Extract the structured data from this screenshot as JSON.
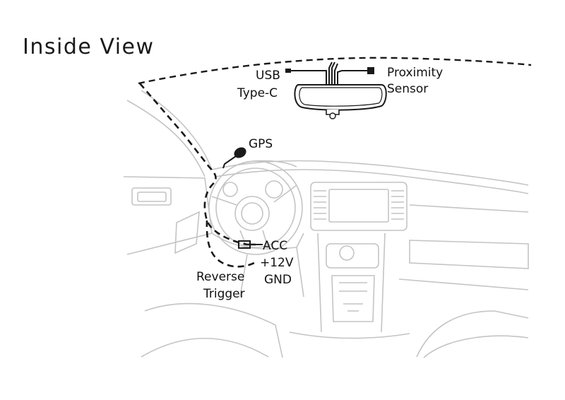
{
  "title": "Inside View",
  "labels": {
    "usb_line1": "USB",
    "usb_line2": "Type-C",
    "proximity_line1": "Proximity",
    "proximity_line2": "Sensor",
    "gps": "GPS",
    "acc": "ACC",
    "v12": "+12V",
    "gnd": "GND",
    "reverse_line1": "Reverse",
    "reverse_line2": "Trigger"
  },
  "colors": {
    "line": "#1a1a1a",
    "sketch": "#c8c8c8",
    "background": "#ffffff"
  }
}
